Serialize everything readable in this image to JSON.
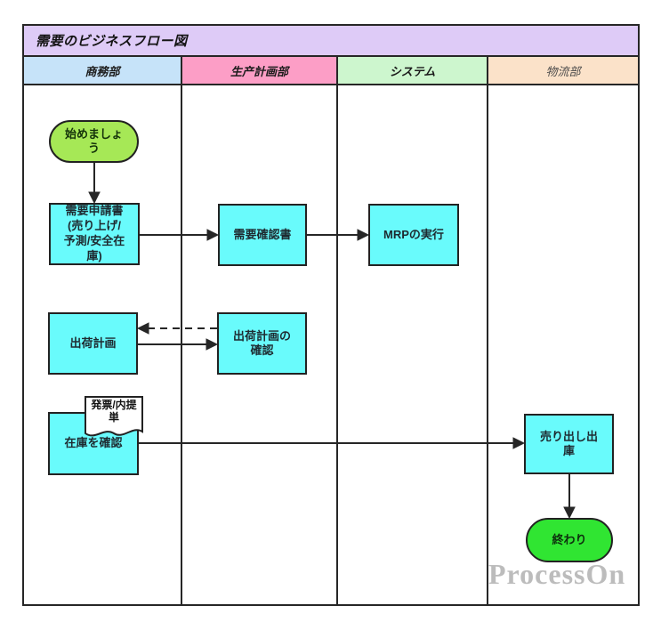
{
  "diagram": {
    "title": "需要のビジネスフロー図",
    "watermark": "ProcessOn",
    "lanes": [
      {
        "label": "商務部",
        "color": "#C6E3F9"
      },
      {
        "label": "生产計画部",
        "color": "#FC9EC6"
      },
      {
        "label": "システム",
        "color": "#CDF6CE"
      },
      {
        "label": "物流部",
        "color": "#FBE2C9"
      }
    ],
    "nodes": {
      "start": {
        "label": "始めましょ\nう",
        "type": "start",
        "fill": "#A6E856",
        "lane": "商務部"
      },
      "demand_request": {
        "label": "需要申請書\n(売り上げ/\n予測/安全在\n庫)",
        "type": "process",
        "fill": "#69FBFC",
        "lane": "商務部"
      },
      "demand_confirm": {
        "label": "需要確認書",
        "type": "process",
        "fill": "#69FBFC",
        "lane": "生产計画部"
      },
      "mrp_run": {
        "label": "MRPの実行",
        "type": "process",
        "fill": "#69FBFC",
        "lane": "システム"
      },
      "shipping_plan": {
        "label": "出荷計画",
        "type": "process",
        "fill": "#69FBFC",
        "lane": "商務部"
      },
      "shipping_plan_confirm": {
        "label": "出荷計画の\n確認",
        "type": "process",
        "fill": "#69FBFC",
        "lane": "生产計画部"
      },
      "invoice_doc": {
        "label": "発票/内提\n単",
        "type": "document",
        "fill": "#FFFFFF",
        "lane": "商務部"
      },
      "check_inventory": {
        "label": "在庫を確認",
        "type": "process",
        "fill": "#69FBFC",
        "lane": "商務部"
      },
      "sales_outbound": {
        "label": "売り出し出\n庫",
        "type": "process",
        "fill": "#69FBFC",
        "lane": "物流部"
      },
      "end": {
        "label": "終わり",
        "type": "end",
        "fill": "#30E532",
        "lane": "物流部"
      }
    },
    "connectors": [
      {
        "from": "start",
        "to": "demand_request",
        "style": "solid"
      },
      {
        "from": "demand_request",
        "to": "demand_confirm",
        "style": "solid"
      },
      {
        "from": "demand_confirm",
        "to": "mrp_run",
        "style": "solid"
      },
      {
        "from": "shipping_plan_confirm",
        "to": "shipping_plan",
        "style": "dashed"
      },
      {
        "from": "shipping_plan",
        "to": "shipping_plan_confirm",
        "style": "solid"
      },
      {
        "from": "check_inventory",
        "to": "sales_outbound",
        "style": "solid"
      },
      {
        "from": "sales_outbound",
        "to": "end",
        "style": "solid"
      }
    ],
    "colors": {
      "title_bar": "#DECBF7",
      "process_fill": "#69FBFC",
      "start_fill": "#A6E856",
      "end_fill": "#30E532",
      "border": "#262626",
      "watermark_gray": "#BCBCBC"
    }
  }
}
